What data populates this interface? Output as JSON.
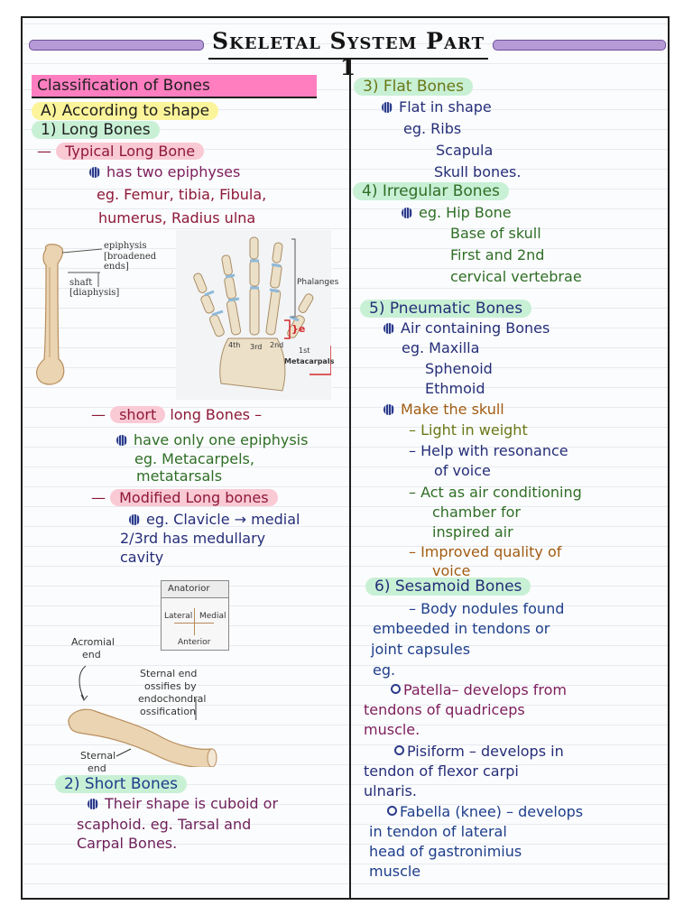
{
  "title": "Skeletal System Part 1",
  "left": {
    "classification": "Classification of Bones",
    "according": "A) According to shape",
    "long": {
      "heading": "1) Long Bones",
      "typical": "Typical Long Bone",
      "typical_desc": "has two epiphyses",
      "typical_eg1": "eg. Femur, tibia, Fibula,",
      "typical_eg2": "humerus, Radius ulna",
      "short_hl": "short",
      "short_rest": "long Bones –",
      "short_desc": "have only one epiphysis",
      "short_eg1": "eg. Metacarpels,",
      "short_eg2": "metatarsals",
      "modified": "Modified Long bones",
      "modified_desc1": "eg. Clavicle → medial",
      "modified_desc2": "2/3rd has medullary",
      "modified_desc3": "cavity"
    },
    "femur_fig": {
      "epiphysis": "epiphysis",
      "broadened1": "[broadened",
      "broadened2": "ends]",
      "shaft": "shaft",
      "diaphysis": "[diaphysis]"
    },
    "hand_fig": {
      "phalanges": "Phalanges",
      "metacarpals": "Metacarpals",
      "n4": "4th",
      "n3": "3rd",
      "n2": "2nd",
      "n1": "1st",
      "mark": "}e"
    },
    "clavicle_fig": {
      "anatorior": "Anatorior",
      "lateral": "Lateral",
      "medial": "Medial",
      "anterior": "Anterior",
      "acromial1": "Acromial",
      "acromial2": "end",
      "sternal_oss1": "Sternal end",
      "sternal_oss2": "ossifies by",
      "sternal_oss3": "endochondral",
      "sternal_oss4": "ossification",
      "sternal1": "Sternal",
      "sternal2": "end"
    },
    "short": {
      "heading": "2) Short Bones",
      "desc1": "Their shape is cuboid or",
      "desc2": "scaphoid. eg. Tarsal and",
      "desc3": "Carpal Bones."
    }
  },
  "right": {
    "flat": {
      "heading": "3) Flat Bones",
      "desc": "Flat in shape",
      "eg1": "eg. Ribs",
      "eg2": "Scapula",
      "eg3": "Skull bones."
    },
    "irregular": {
      "heading": "4) Irregular Bones",
      "eg1": "eg. Hip Bone",
      "eg2": "Base of skull",
      "eg3": "First and 2nd",
      "eg4": "cervical vertebrae"
    },
    "pneumatic": {
      "heading": "5) Pneumatic Bones",
      "desc": "Air containing Bones",
      "eg1": "eg. Maxilla",
      "eg2": "Sphenoid",
      "eg3": "Ethmoid",
      "make": "Make the skull",
      "p1": "– Light in weight",
      "p2": "– Help with resonance",
      "p2b": "of voice",
      "p3": "– Act as air conditioning",
      "p3b": "chamber for",
      "p3c": "inspired air",
      "p4": "– Improved quality of",
      "p4b": "voice"
    },
    "sesamoid": {
      "heading": "6) Sesamoid Bones",
      "d1": "– Body nodules found",
      "d2": "embeeded in tendons or",
      "d3": "joint capsules",
      "eg": "eg.",
      "patella1": "Patella– develops from",
      "patella2": "tendons of quadriceps",
      "patella3": "muscle.",
      "pisiform1": "Pisiform – develops in",
      "pisiform2": "tendon of  flexor carpi",
      "pisiform3": "ulnaris.",
      "fabella1": "Fabella (knee) – develops",
      "fabella2": "in tendon of lateral",
      "fabella3": "head of gastronimius",
      "fabella4": "muscle"
    }
  }
}
